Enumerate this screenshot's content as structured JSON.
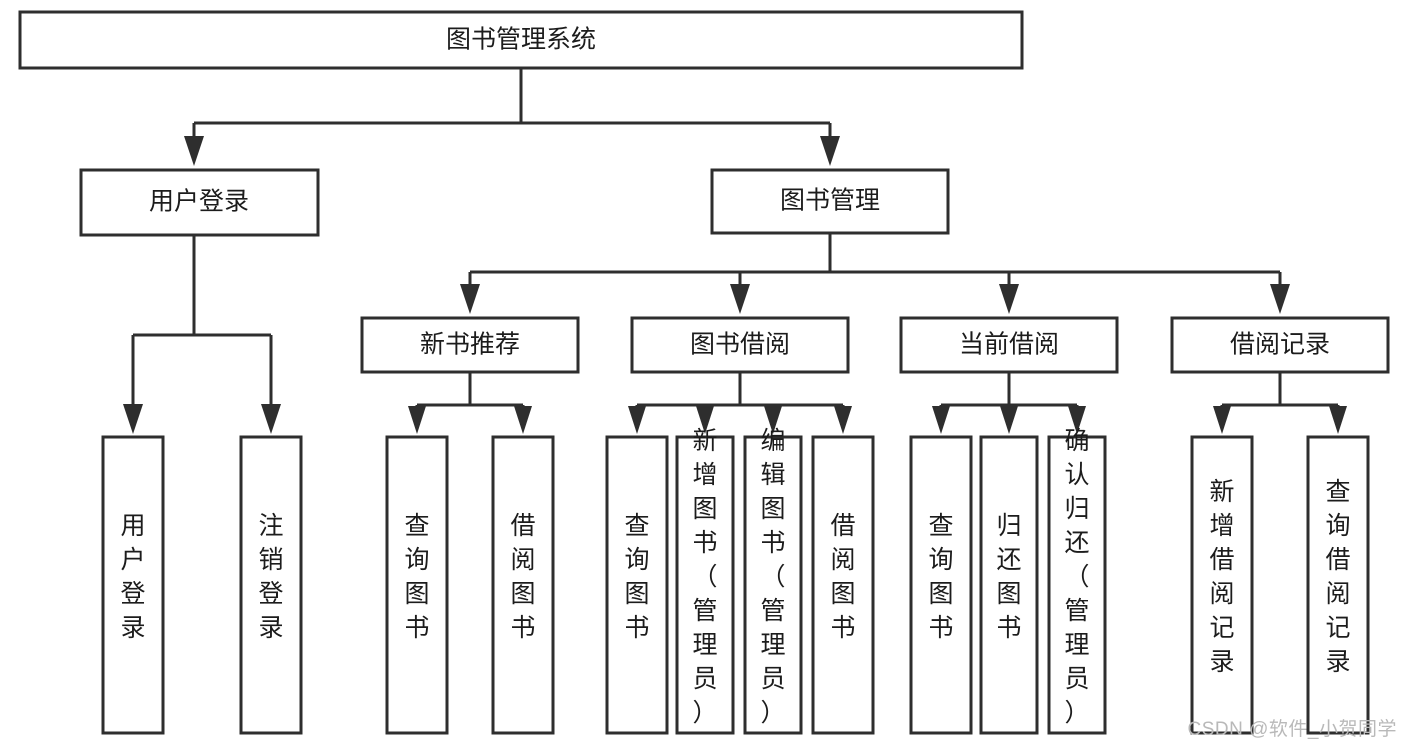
{
  "diagram": {
    "type": "tree-hierarchy",
    "title": "图书管理系统",
    "watermark": "CSDN @软件_小贺同学",
    "colors": {
      "stroke": "#2e2e2e",
      "fill": "#ffffff",
      "text": "#1c1c1c",
      "watermark": "#b9b9b9",
      "background": "#ffffff"
    },
    "root": {
      "label": "图书管理系统",
      "orientation": "horizontal"
    },
    "level2": [
      {
        "label": "用户登录",
        "orientation": "horizontal"
      },
      {
        "label": "图书管理",
        "orientation": "horizontal"
      }
    ],
    "level3": [
      {
        "label": "新书推荐",
        "orientation": "horizontal",
        "parent": "图书管理"
      },
      {
        "label": "图书借阅",
        "orientation": "horizontal",
        "parent": "图书管理"
      },
      {
        "label": "当前借阅",
        "orientation": "horizontal",
        "parent": "图书管理"
      },
      {
        "label": "借阅记录",
        "orientation": "horizontal",
        "parent": "图书管理"
      }
    ],
    "leaves": {
      "用户登录": [
        {
          "label": "用户登录",
          "orientation": "vertical"
        },
        {
          "label": "注销登录",
          "orientation": "vertical"
        }
      ],
      "新书推荐": [
        {
          "label": "查询图书",
          "orientation": "vertical"
        },
        {
          "label": "借阅图书",
          "orientation": "vertical"
        }
      ],
      "图书借阅": [
        {
          "label": "查询图书",
          "orientation": "vertical"
        },
        {
          "label": "新增图书（管理员）",
          "orientation": "vertical"
        },
        {
          "label": "编辑图书（管理员）",
          "orientation": "vertical"
        },
        {
          "label": "借阅图书",
          "orientation": "vertical"
        }
      ],
      "当前借阅": [
        {
          "label": "查询图书",
          "orientation": "vertical"
        },
        {
          "label": "归还图书",
          "orientation": "vertical"
        },
        {
          "label": "确认归还（管理员）",
          "orientation": "vertical"
        }
      ],
      "借阅记录": [
        {
          "label": "新增借阅记录",
          "orientation": "vertical"
        },
        {
          "label": "查询借阅记录",
          "orientation": "vertical"
        }
      ]
    }
  }
}
